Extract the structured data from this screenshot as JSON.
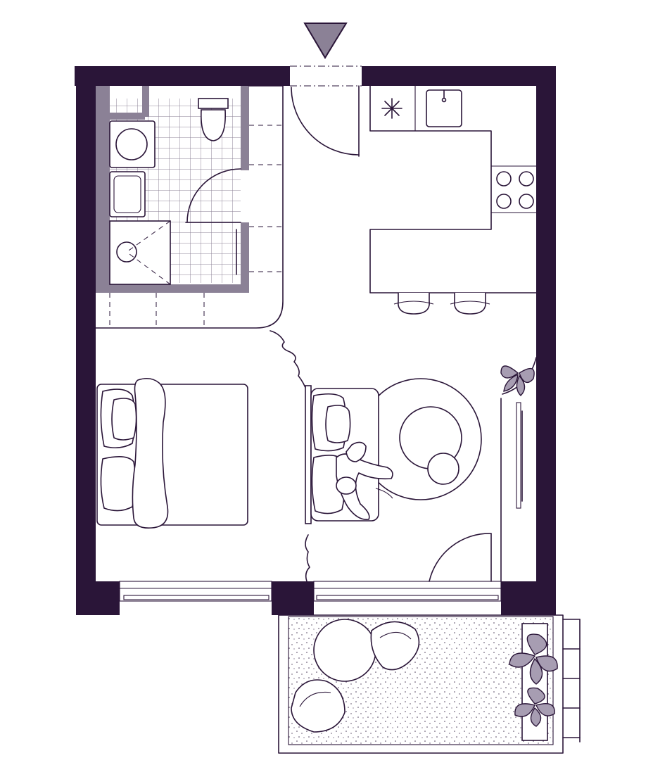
{
  "floor_plan": {
    "colors": {
      "wall": "#2a1538",
      "partition": "#8b8196",
      "plant_leaf": "#a79db2",
      "background": "#ffffff"
    },
    "icons": [
      "entrance-arrow-icon",
      "fridge-snowflake-icon",
      "plant-icon"
    ],
    "rooms": [
      "bathroom",
      "hallway",
      "kitchen",
      "bedroom-area",
      "living-area",
      "balcony"
    ]
  }
}
